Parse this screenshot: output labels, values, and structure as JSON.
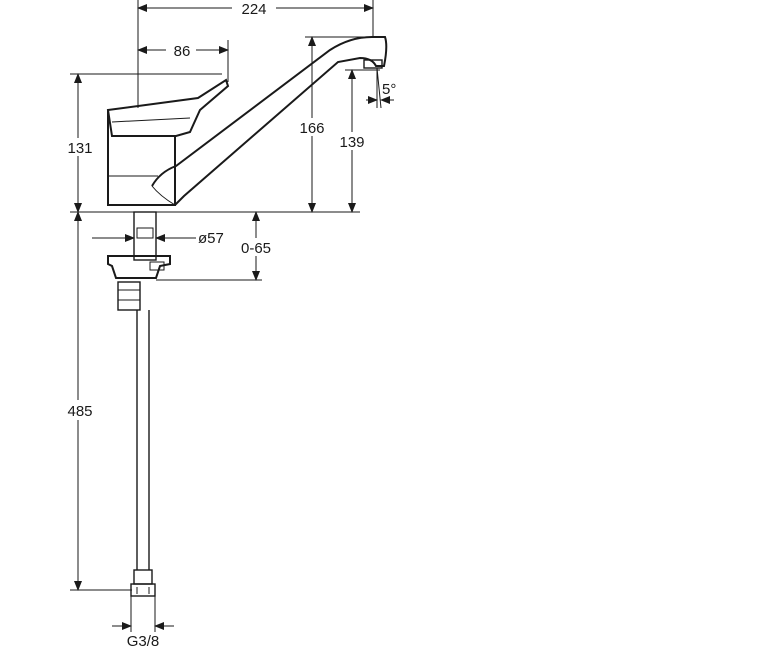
{
  "dimensions": {
    "spout_reach": "224",
    "lever_offset": "86",
    "angle": "5°",
    "body_height": "131",
    "spout_outlet_height": "166",
    "outlet_clearance": "139",
    "mount_diameter": "ø57",
    "deck_thickness": "0-65",
    "hose_length": "485",
    "connection_thread": "G3/8"
  }
}
